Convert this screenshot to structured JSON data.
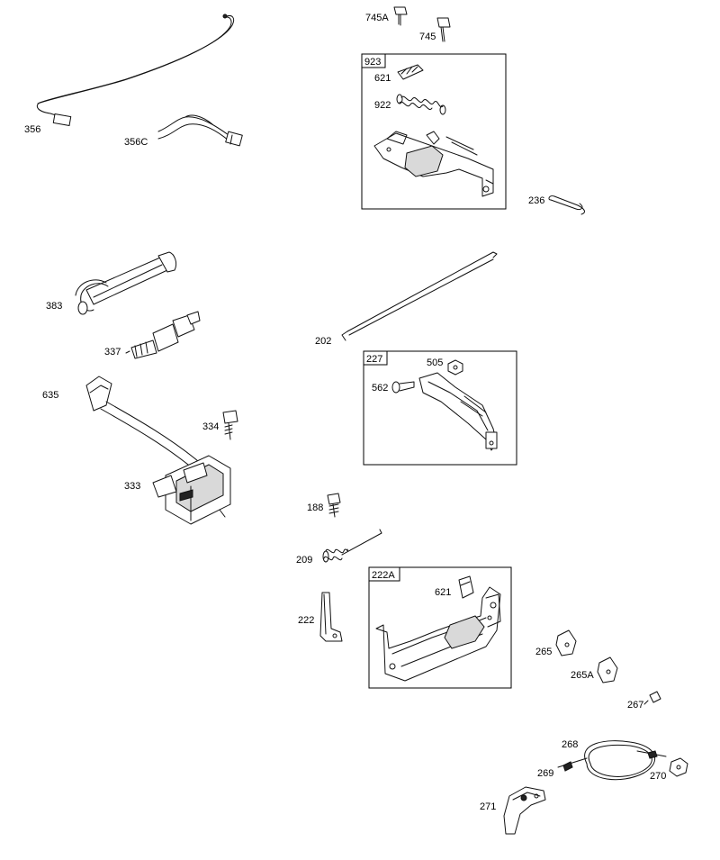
{
  "diagram": {
    "part_labels": {
      "p356": "356",
      "p356c": "356C",
      "p383": "383",
      "p337": "337",
      "p635": "635",
      "p334": "334",
      "p333": "333",
      "p745a": "745A",
      "p745": "745",
      "p621a": "621",
      "p922": "922",
      "p236": "236",
      "p202": "202",
      "p505": "505",
      "p562": "562",
      "p188": "188",
      "p209": "209",
      "p222": "222",
      "p621b": "621",
      "p265": "265",
      "p265a": "265A",
      "p267": "267",
      "p268": "268",
      "p269": "269",
      "p270": "270",
      "p271": "271"
    },
    "boxes": {
      "b923": "923",
      "b227": "227",
      "b222a": "222A"
    }
  }
}
